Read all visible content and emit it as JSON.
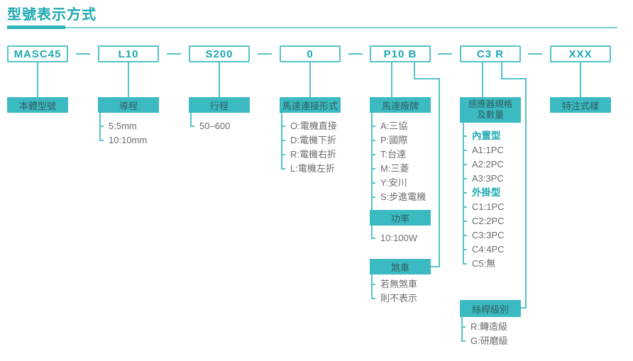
{
  "page": {
    "title": "型號表示方式"
  },
  "colors": {
    "teal_fill": "#3cbac1",
    "line": "#55c3c9",
    "accent": "#1da8b2",
    "label_text": "#2f5e62",
    "item_text": "#696c6e",
    "rule_thick": "#2fb5bc",
    "rule_thin": "#7fd0d5"
  },
  "segments": [
    {
      "code": "MASC45",
      "label": "本體型號",
      "items": []
    },
    {
      "code": "L10",
      "label": "導程",
      "items": [
        {
          "t": "5:5mm"
        },
        {
          "t": "10:10mm"
        }
      ]
    },
    {
      "code": "S200",
      "label": "行程",
      "items": [
        {
          "t": "50–600"
        }
      ]
    },
    {
      "code": "0",
      "label": "馬達連接形式",
      "items": [
        {
          "t": "O:電機直接"
        },
        {
          "t": "D:電機下折"
        },
        {
          "t": "R:電機右折"
        },
        {
          "t": "L:電機左折"
        }
      ]
    },
    {
      "code": "P10 B",
      "label": "馬達廠牌",
      "items": [
        {
          "t": "A:三協"
        },
        {
          "t": "P:國際"
        },
        {
          "t": "T:台達"
        },
        {
          "t": "M:三菱"
        },
        {
          "t": "Y:安川"
        },
        {
          "t": "S:步進電機"
        }
      ],
      "power": {
        "label": "功率",
        "items": [
          {
            "t": "10:100W"
          }
        ]
      },
      "brake": {
        "label": "煞車",
        "items": [
          {
            "t": "若無煞車"
          },
          {
            "t": "則不表示"
          }
        ]
      }
    },
    {
      "code": "C3 R",
      "label": "感應器規格及數量",
      "label_lines": [
        "感應器規格",
        "及數量"
      ],
      "items": [
        {
          "t": "內置型",
          "hl": true
        },
        {
          "t": "A1:1PC"
        },
        {
          "t": "A2:2PC"
        },
        {
          "t": "A3:3PC"
        },
        {
          "t": "外掛型",
          "hl": true
        },
        {
          "t": "C1:1PC"
        },
        {
          "t": "C2:2PC"
        },
        {
          "t": "C3:3PC"
        },
        {
          "t": "C4:4PC"
        },
        {
          "t": "C5:無"
        }
      ],
      "screw": {
        "label": "絲桿級別",
        "items": [
          {
            "t": "R:轉造級"
          },
          {
            "t": "G:研磨級"
          }
        ]
      }
    },
    {
      "code": "XXX",
      "label": "特注式樣",
      "items": []
    }
  ]
}
